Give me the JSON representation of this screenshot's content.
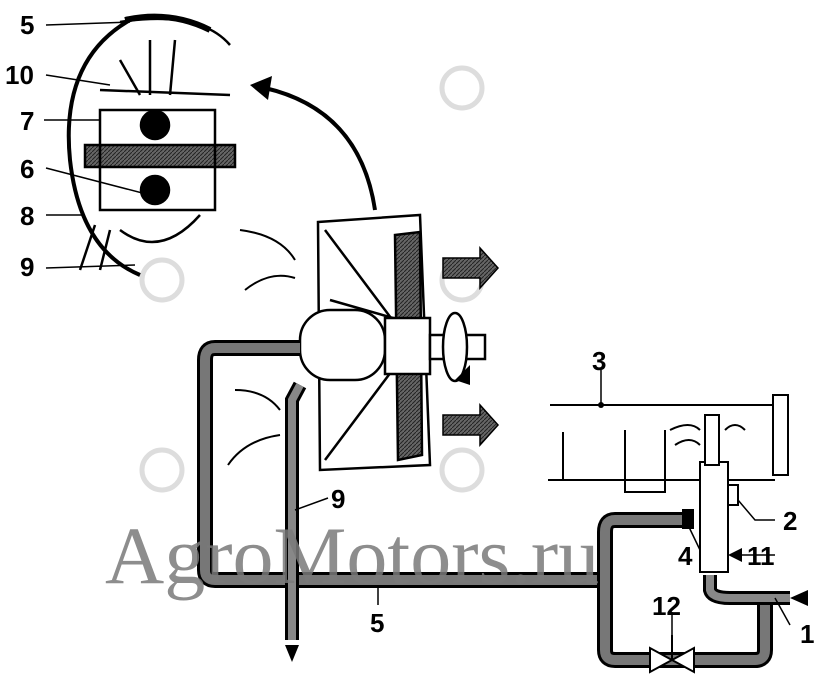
{
  "diagram": {
    "callouts_inset": [
      "5",
      "10",
      "7",
      "6",
      "8",
      "9"
    ],
    "callouts_main": {
      "line_3": "3",
      "sensor_2": "2",
      "valve_11": "11",
      "port_4": "4",
      "valve_12": "12",
      "inlet_1": "1",
      "pipe_5": "5",
      "pipe_9": "9"
    },
    "watermark": "AgroMotors.ru",
    "colors": {
      "line": "#000000",
      "hatch": "#555555",
      "watermark_big": "#7a7a7a",
      "watermark_small": "#cfcfcf"
    }
  }
}
